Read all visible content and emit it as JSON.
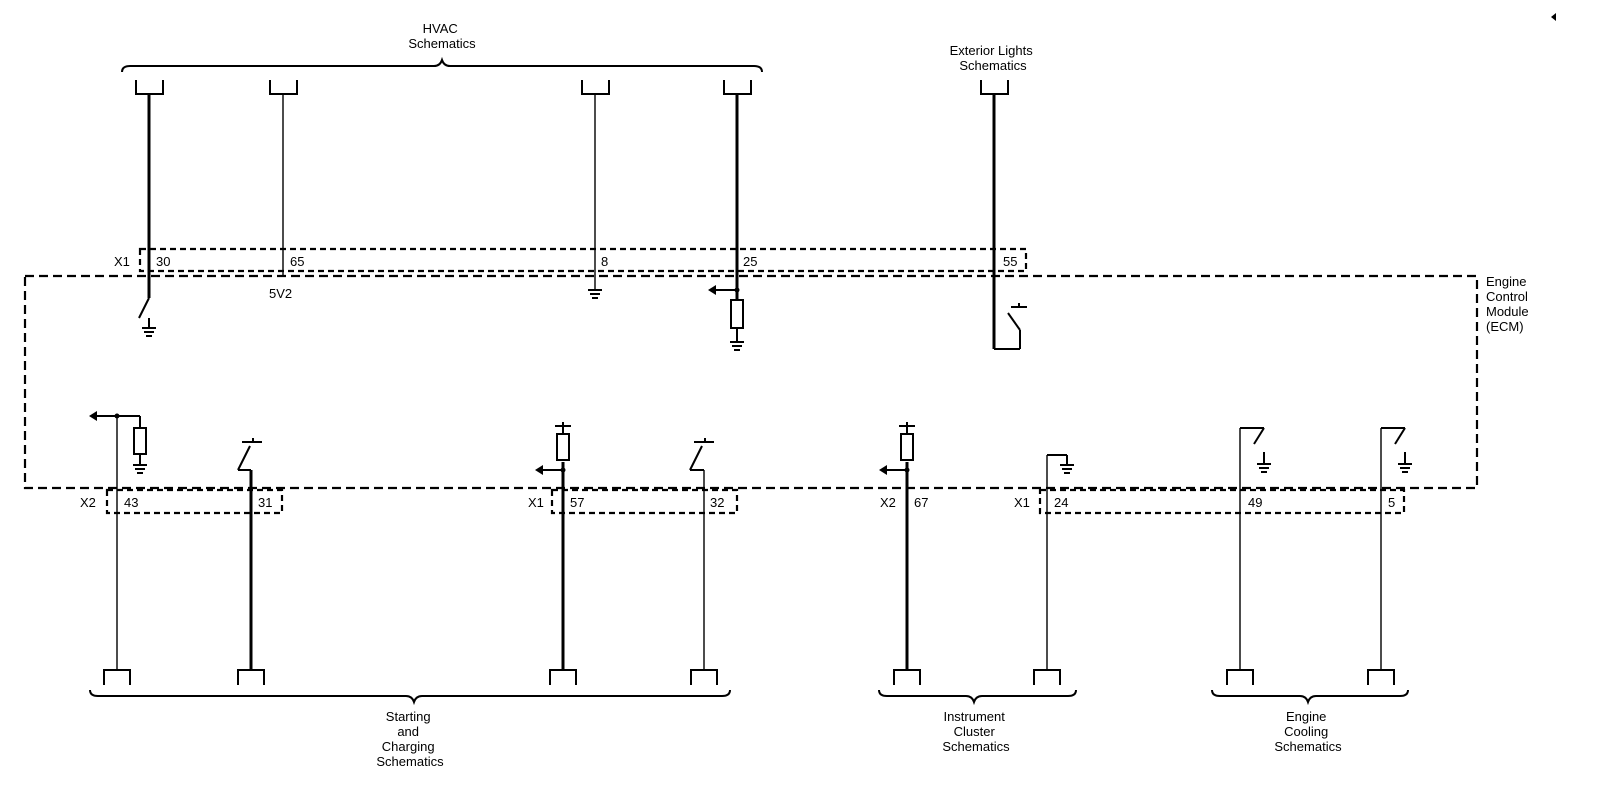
{
  "module": {
    "label_lines": [
      "Engine",
      "Control",
      "Module",
      "(ECM)"
    ]
  },
  "top_destinations": [
    {
      "id": "hvac",
      "lines": [
        "HVAC",
        "Schematics"
      ]
    },
    {
      "id": "exterior",
      "lines": [
        "Exterior Lights",
        "Schematics"
      ]
    }
  ],
  "bottom_destinations": [
    {
      "id": "starting",
      "lines": [
        "Starting",
        "and",
        "Charging",
        "Schematics"
      ]
    },
    {
      "id": "instrument",
      "lines": [
        "Instrument",
        "Cluster",
        "Schematics"
      ]
    },
    {
      "id": "cooling",
      "lines": [
        "Engine",
        "Cooling",
        "Schematics"
      ]
    }
  ],
  "connectors": {
    "top": "X1",
    "bottom_left": "X2",
    "bottom_mid": "X1",
    "bottom_right1": "X2",
    "bottom_right2": "X1"
  },
  "top_pins": [
    {
      "pin": "30",
      "type": "switch-ground"
    },
    {
      "pin": "65",
      "type": "reference",
      "signal": "5V2"
    },
    {
      "pin": "8",
      "type": "ground"
    },
    {
      "pin": "25",
      "type": "resistor-ground-input"
    },
    {
      "pin": "55",
      "type": "switch-b+"
    }
  ],
  "bottom_pins": [
    {
      "pin": "43",
      "type": "resistor-ground-input"
    },
    {
      "pin": "31",
      "type": "switch-b+"
    },
    {
      "pin": "57",
      "type": "resistor-b+-input"
    },
    {
      "pin": "32",
      "type": "switch-b+"
    },
    {
      "pin": "67",
      "type": "resistor-b+-input"
    },
    {
      "pin": "24",
      "type": "ground"
    },
    {
      "pin": "49",
      "type": "switch-ground"
    },
    {
      "pin": "5",
      "type": "switch-ground"
    }
  ],
  "corner_icon": "left-triangle-icon"
}
